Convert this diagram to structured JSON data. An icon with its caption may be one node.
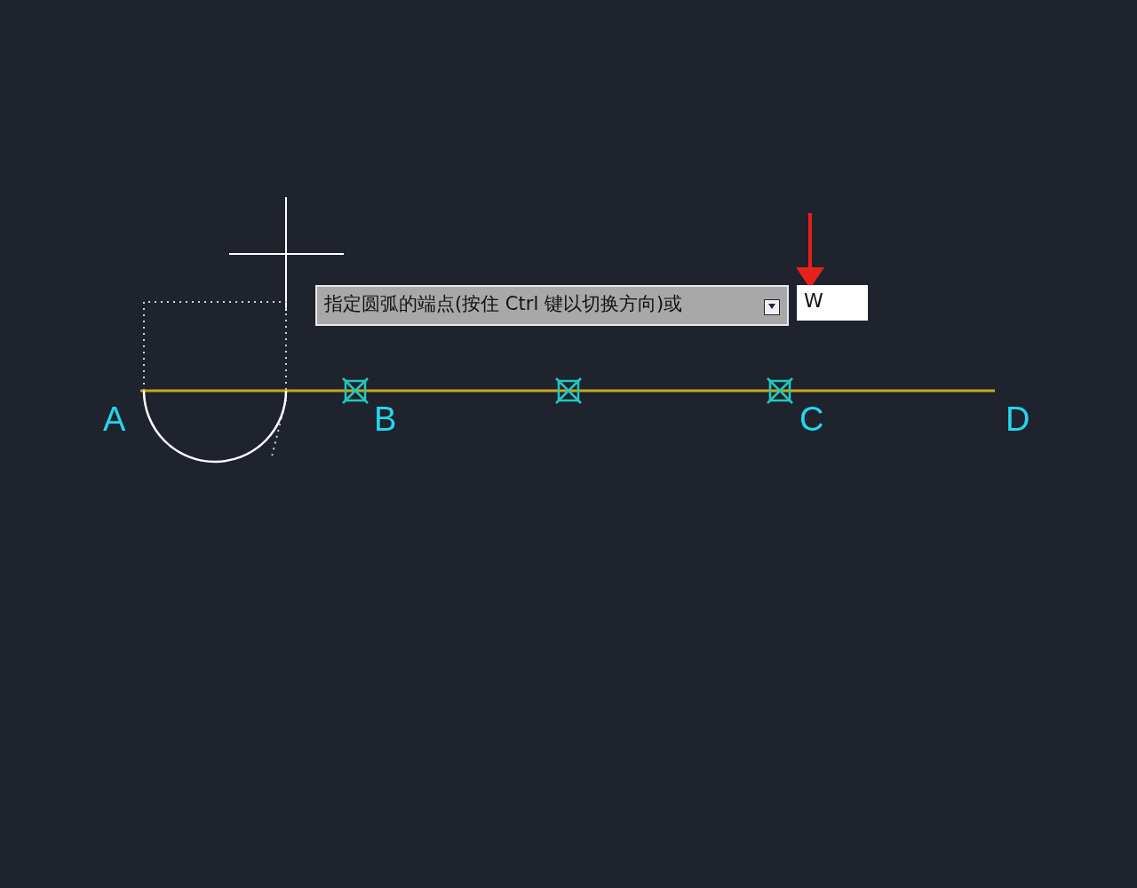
{
  "diagram": {
    "nodes": [
      {
        "text": [
          "指定圆弧的端点(按住 Ctrl 键以切换方向)或"
        ]
      },
      {
        "text": [
          "W"
        ]
      }
    ],
    "edges": [
      {
        "from": null,
        "to": 1,
        "arrow": "to",
        "color": "#e8201c"
      }
    ],
    "labels": [
      "A",
      "B",
      "C",
      "D"
    ]
  }
}
